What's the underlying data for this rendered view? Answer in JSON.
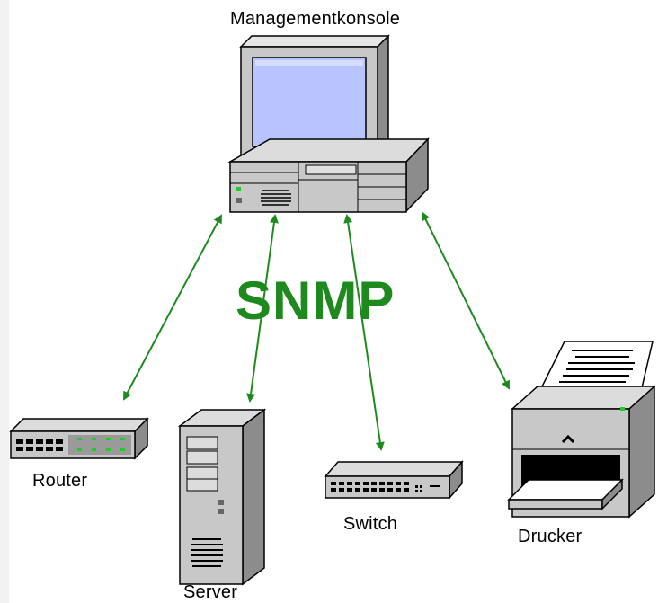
{
  "diagram": {
    "title": "Managementkonsole",
    "protocol": "SNMP",
    "devices": {
      "router": "Router",
      "server": "Server",
      "switch": "Switch",
      "printer": "Drucker"
    }
  },
  "colors": {
    "protocol": "#1e8a1e",
    "arrow": "#1e8a1e",
    "device_body": "#c0c0c0",
    "screen": "#b8c4ff"
  }
}
